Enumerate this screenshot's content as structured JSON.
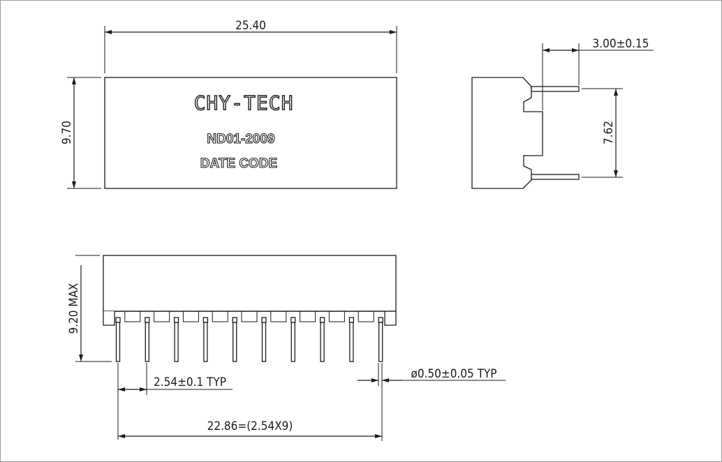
{
  "top_view": {
    "logo": "CHY-TECH",
    "part_number": "ND01-2009",
    "date_code": "DATE CODE",
    "width_dim": "25.40",
    "height_dim": "9.70"
  },
  "side_view": {
    "pin_length_dim": "3.00±0.15",
    "pin_spacing_dim": "7.62"
  },
  "front_view": {
    "height_dim": "9.20 MAX",
    "pitch_dim": "2.54±0.1 TYP",
    "pin_diameter_dim": "ø0.50±0.05 TYP",
    "total_dim": "22.86=(2.54X9)",
    "pin_count": 10
  }
}
